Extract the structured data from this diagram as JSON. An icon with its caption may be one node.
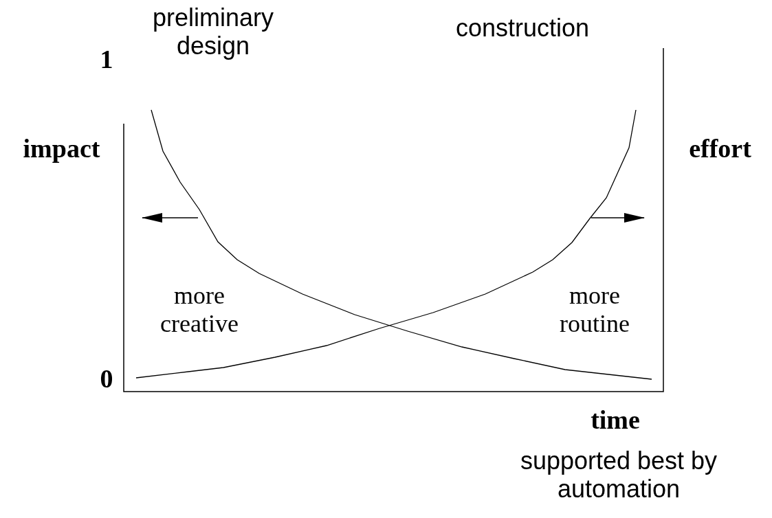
{
  "diagram": {
    "labels": [
      "preliminary design",
      "construction",
      "1",
      "impact",
      "effort",
      "more creative",
      "more routine",
      "0",
      "time",
      "supported best by automation"
    ]
  }
}
